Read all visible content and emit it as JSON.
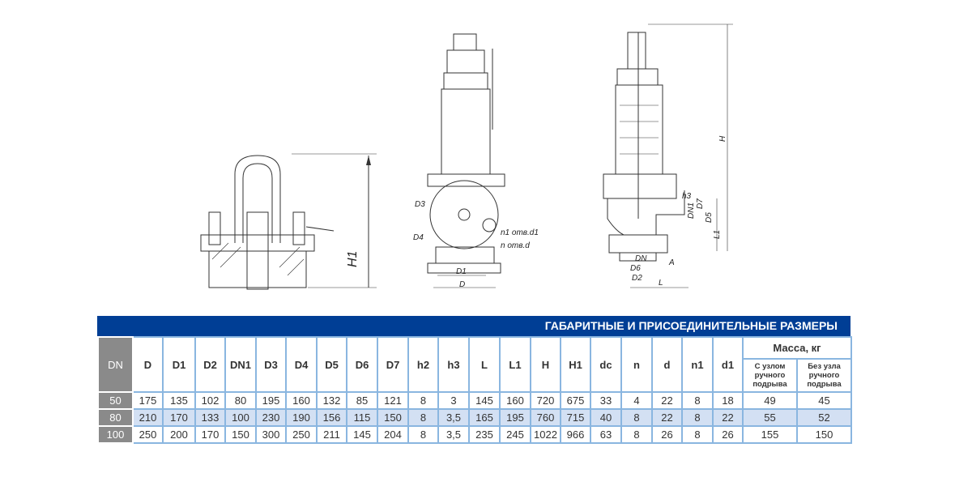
{
  "drawing_labels": {
    "left": {
      "h1": "H1"
    },
    "middle": {
      "d3": "D3",
      "d4": "D4",
      "n1_holes": "n1 отв.d1",
      "n_holes": "n отв.d",
      "d1": "D1",
      "d": "D"
    },
    "right": {
      "h": "H",
      "h3": "h3",
      "dn1": "DN1",
      "d7": "D7",
      "d5": "D5",
      "l1": "L1",
      "dn": "DN",
      "d6": "D6",
      "d2": "D2",
      "a": "A",
      "l": "L"
    }
  },
  "table": {
    "title": "ГАБАРИТНЫЕ И ПРИСОЕДИНИТЕЛЬНЫЕ РАЗМЕРЫ",
    "dn_header": "DN",
    "columns": [
      "D",
      "D1",
      "D2",
      "DN1",
      "D3",
      "D4",
      "D5",
      "D6",
      "D7",
      "h2",
      "h3",
      "L",
      "L1",
      "H",
      "H1",
      "dc",
      "n",
      "d",
      "n1",
      "d1"
    ],
    "mass_header": "Масса, кг",
    "mass_sub": [
      "С узлом ручного подрыва",
      "Без узла ручного подрыва"
    ],
    "rows": [
      {
        "dn": "50",
        "values": [
          "175",
          "135",
          "102",
          "80",
          "195",
          "160",
          "132",
          "85",
          "121",
          "8",
          "3",
          "145",
          "160",
          "720",
          "675",
          "33",
          "4",
          "22",
          "8",
          "18"
        ],
        "mass": [
          "49",
          "45"
        ]
      },
      {
        "dn": "80",
        "values": [
          "210",
          "170",
          "133",
          "100",
          "230",
          "190",
          "156",
          "115",
          "150",
          "8",
          "3,5",
          "165",
          "195",
          "760",
          "715",
          "40",
          "8",
          "22",
          "8",
          "22"
        ],
        "mass": [
          "55",
          "52"
        ]
      },
      {
        "dn": "100",
        "values": [
          "250",
          "200",
          "170",
          "150",
          "300",
          "250",
          "211",
          "145",
          "204",
          "8",
          "3,5",
          "235",
          "245",
          "1022",
          "966",
          "63",
          "8",
          "26",
          "8",
          "26"
        ],
        "mass": [
          "155",
          "150"
        ]
      }
    ]
  },
  "colors": {
    "banner": "#003e95",
    "dn_column": "#8a8a8a",
    "grid": "#8ab6e0",
    "alt_row": "#d3e0f3"
  }
}
